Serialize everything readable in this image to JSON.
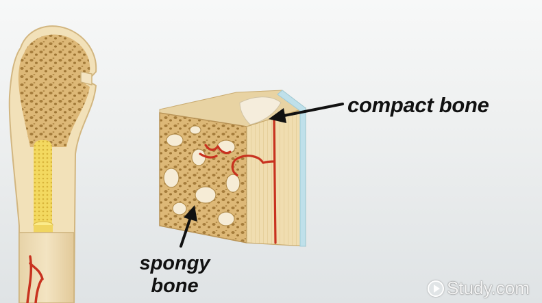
{
  "labels": {
    "compact_bone": "compact bone",
    "spongy_line1": "spongy",
    "spongy_line2": "bone"
  },
  "watermark": {
    "text": "Study.com",
    "icon": "play-circle-icon"
  },
  "colors": {
    "bone_fill": "#e9cf95",
    "bone_cortex": "#f1dfb6",
    "marrow_yellow": "#f2d763",
    "vessel_red": "#c8321f",
    "periosteum_blue": "#bfe0ea",
    "label_text": "#111111"
  }
}
